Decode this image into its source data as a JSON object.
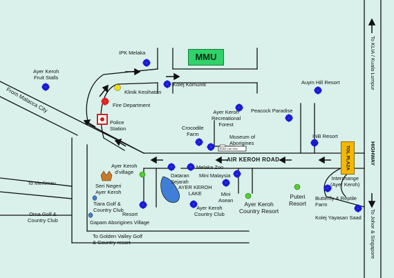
{
  "labels": {
    "ipk_melaka": "IPK Melaka",
    "mmu": "MMU",
    "ayer_keroh_fruit_stalls": "Ayer Keroh\nFruit Stalls",
    "klinik_kesihatan": "Klinik Kesihatan",
    "kolej_komuniti": "Kolej Komuniti",
    "auyin_hill_resort": "Auyin Hill Resort",
    "fire_department": "Fire Department",
    "from_malacca_city": "From Malacca City",
    "ayer_keroh_recreational_forest": "Ayer Keroh\nRecreational\nForest",
    "peacock_paradise": "Peacock Paradise",
    "police_station": "Police\nStation",
    "crocodile_farm": "Crocodile\nFarm",
    "museum_of_aborigines": "Museum of\nAborigines",
    "inb_resort": "INB Resort",
    "bukit_cari_kira": "Bukit Cari Kira",
    "air_keroh_road": "AIR KEROH ROAD",
    "toll_plaza": "TOL PLAZA",
    "highway": "HIGHWAY",
    "to_klia": "To KLIA / Kuala Lumpur",
    "to_johor": "To Johor & Singapore",
    "ayer_keroh_d_village": "Ayer Keroh\nd'village",
    "melaka_zoo": "Melaka Zoo",
    "dataran_sejarah": "Dataran\nSejarah",
    "mini_malaysia": "Mini Malaysia",
    "ayer_keroh_lake": "AYER KEROH\nLAKE",
    "to_merlimau": "To Merlimau",
    "seri_negeri": "Seri Negeri\nAyer Keroh",
    "mini_asean": "Mini\nAsean",
    "interchange": "Interchange\n(Ayer Keroh)",
    "tiara_golf": "Tiara Golf &\nCountry Club",
    "resort": "Resort",
    "ayer_keroh_country_club": "Ayer Keroh\nCountry Club",
    "ayer_keroh_country_resort": "Ayer Keroh\nCountry Resort",
    "puteri_resort": "Puteri\nResort",
    "butterfly_reptile_farm": "Butterfly & Reptile\nFarm",
    "orna_golf": "Orna Golf &\nCountry Club",
    "gapam_aborigines_village": "Gapam Aborigines Village",
    "kolej_yayasan_saad": "Kolej Yayasan Saad",
    "to_golden_valley": "To Golden Valley Golf\n& Country resort"
  },
  "colors": {
    "background": "#d9f1ea",
    "road": "#111111",
    "marker": "#1a1ad8",
    "mmu_box": "#2fd36a",
    "toll_plaza": "#f5b800",
    "lake": "#3f7fd8",
    "fire_dept": "#e02020",
    "clinic": "#f2e000",
    "green_marker": "#55cc33",
    "police": "#cc2020"
  },
  "icons": {
    "marker": "blue-flower-marker-icon",
    "clinic": "yellow-dot-icon",
    "fire_department": "red-flower-marker-icon",
    "police_station": "police-badge-icon",
    "seri_negeri": "crest-icon",
    "direction": "arrow-icon"
  }
}
